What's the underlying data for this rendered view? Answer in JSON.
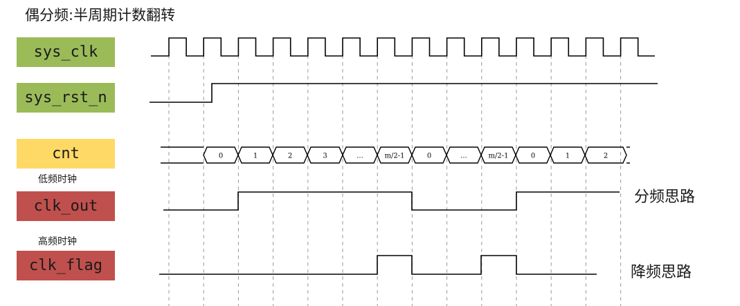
{
  "title": "偶分频:半周期计数翻转",
  "colors": {
    "green": "#9bbb59",
    "yellow": "#ffd966",
    "red": "#c0504d",
    "line": "#000000",
    "grid": "#999999"
  },
  "signals": [
    {
      "name": "sys_clk",
      "color": "green"
    },
    {
      "name": "sys_rst_n",
      "color": "green"
    },
    {
      "name": "cnt",
      "color": "yellow"
    },
    {
      "name": "clk_out",
      "color": "red",
      "caption": "低频时钟",
      "side_label": "分频思路"
    },
    {
      "name": "clk_flag",
      "color": "red",
      "caption": "高频时钟",
      "side_label": "降频思路"
    }
  ],
  "cnt_values": [
    "0",
    "1",
    "2",
    "3",
    "...",
    "m/2-1",
    "0",
    "...",
    "m/2-1",
    "0",
    "1",
    "2"
  ]
}
